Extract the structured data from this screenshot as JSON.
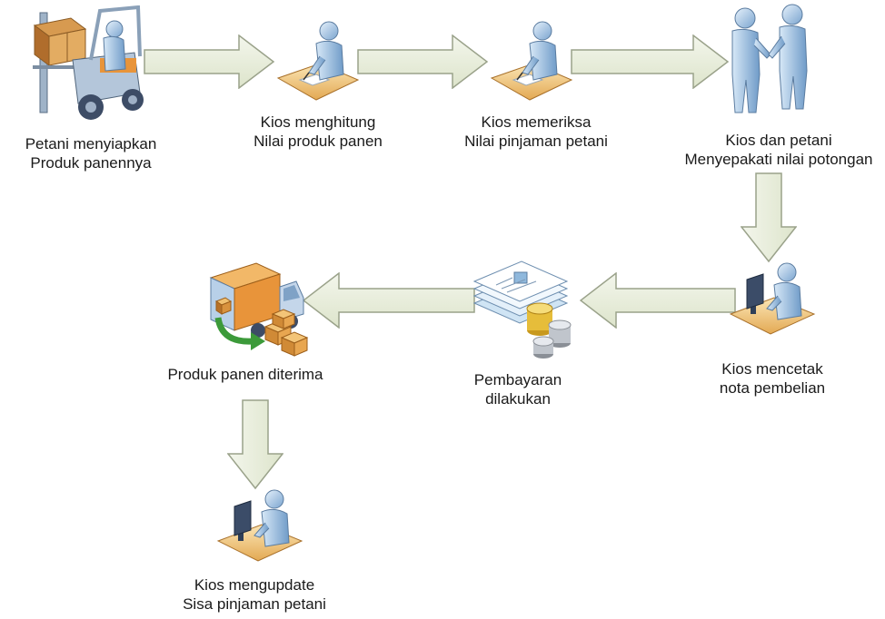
{
  "steps": [
    {
      "line1": "Petani menyiapkan",
      "line2": "Produk panennya",
      "icon": "forklift-icon"
    },
    {
      "line1": "Kios menghitung",
      "line2": "Nilai produk panen",
      "icon": "person-writing-icon"
    },
    {
      "line1": "Kios memeriksa",
      "line2": "Nilai pinjaman petani",
      "icon": "person-writing-icon"
    },
    {
      "line1": "Kios dan petani",
      "line2": "Menyepakati nilai potongan",
      "icon": "handshake-icon"
    },
    {
      "line1": "Kios mencetak",
      "line2": "nota pembelian",
      "icon": "person-computer-icon"
    },
    {
      "line1": "Pembayaran",
      "line2": "dilakukan",
      "icon": "documents-coins-icon"
    },
    {
      "line1": "Produk panen diterima",
      "line2": "",
      "icon": "delivery-truck-icon"
    },
    {
      "line1": "Kios mengupdate",
      "line2": "Sisa pinjaman petani",
      "icon": "person-computer-icon"
    }
  ],
  "colors": {
    "arrow_fill": "#e9efdc",
    "arrow_stroke": "#9aa28a",
    "person": "#a8c8e8",
    "desk": "#f0c878",
    "truck": "#e8943a"
  }
}
